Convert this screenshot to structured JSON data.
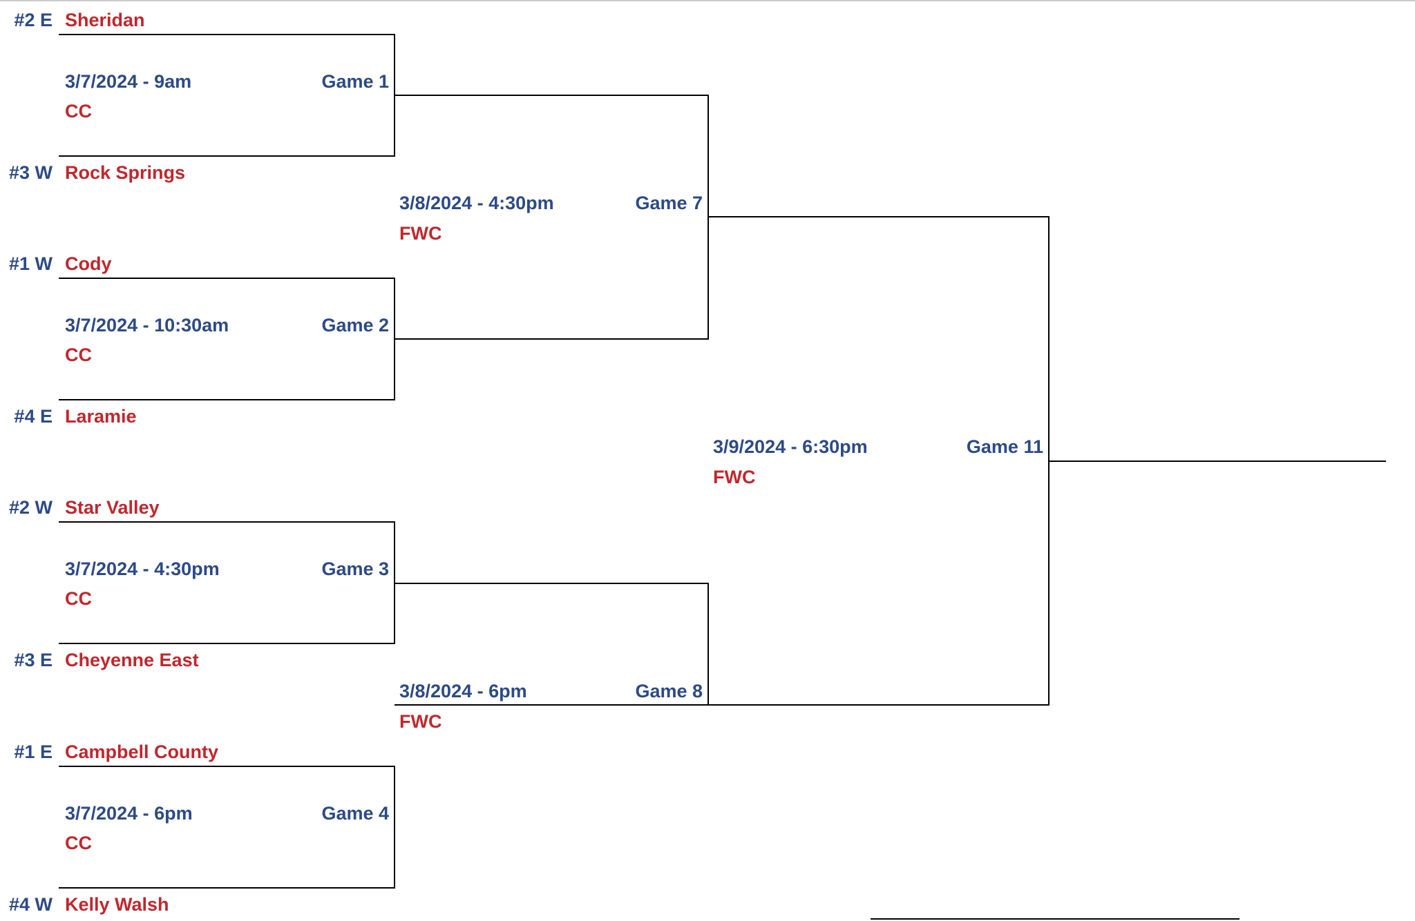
{
  "bracket": {
    "teams": [
      {
        "seed": "#2 E",
        "name": "Sheridan"
      },
      {
        "seed": "#3 W",
        "name": "Rock Springs"
      },
      {
        "seed": "#1 W",
        "name": "Cody"
      },
      {
        "seed": "#4 E",
        "name": "Laramie"
      },
      {
        "seed": "#2 W",
        "name": "Star Valley"
      },
      {
        "seed": "#3 E",
        "name": "Cheyenne East"
      },
      {
        "seed": "#1 E",
        "name": "Campbell County"
      },
      {
        "seed": "#4 W",
        "name": "Kelly Walsh"
      }
    ],
    "round1": [
      {
        "game": "Game 1",
        "datetime": "3/7/2024 - 9am",
        "venue": "CC"
      },
      {
        "game": "Game 2",
        "datetime": "3/7/2024 - 10:30am",
        "venue": "CC"
      },
      {
        "game": "Game 3",
        "datetime": "3/7/2024 - 4:30pm",
        "venue": "CC"
      },
      {
        "game": "Game 4",
        "datetime": "3/7/2024 - 6pm",
        "venue": "CC"
      }
    ],
    "round2": [
      {
        "game": "Game 7",
        "datetime": "3/8/2024 - 4:30pm",
        "venue": "FWC"
      },
      {
        "game": "Game 8",
        "datetime": "3/8/2024 - 6pm",
        "venue": "FWC"
      }
    ],
    "final": {
      "game": "Game 11",
      "datetime": "3/9/2024 - 6:30pm",
      "venue": "FWC"
    }
  },
  "colors": {
    "label_blue": "#2c4a86",
    "team_red": "#c0272d",
    "line": "#000000"
  }
}
